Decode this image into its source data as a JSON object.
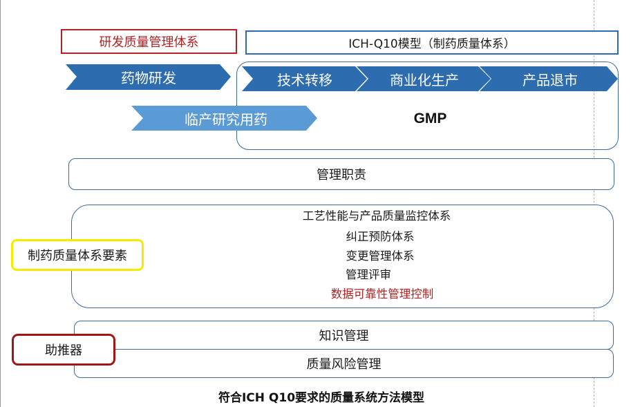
{
  "top": {
    "rd_quality_system": "研发质量管理体系",
    "ich_model": "ICH-Q10模型（制药质量体系）"
  },
  "lifecycle": {
    "drug_development": "药物研发",
    "tech_transfer": "技术转移",
    "commercial_manufacturing": "商业化生产",
    "product_discontinuation": "产品退市",
    "clinical_drug": "临产研究用药",
    "gmp": "GMP"
  },
  "management_responsibility": "管理职责",
  "pqs_elements": {
    "label": "制药质量体系要素",
    "items": [
      "工艺性能与产品质量监控体系",
      "纠正预防体系",
      "变更管理体系",
      "管理评审",
      "数据可靠性管理控制"
    ]
  },
  "enablers": {
    "label": "助推器",
    "knowledge_management": "知识管理",
    "quality_risk_management": "质量风险管理"
  },
  "caption": "符合ICH Q10要求的质量系统方法模型",
  "colors": {
    "chevron_dark": "#2e6cb0",
    "chevron_light": "#5b9bd5",
    "red_accent": "#b22222",
    "yellow_border": "#f5ea00",
    "frame_blue": "#3b6aa0"
  }
}
